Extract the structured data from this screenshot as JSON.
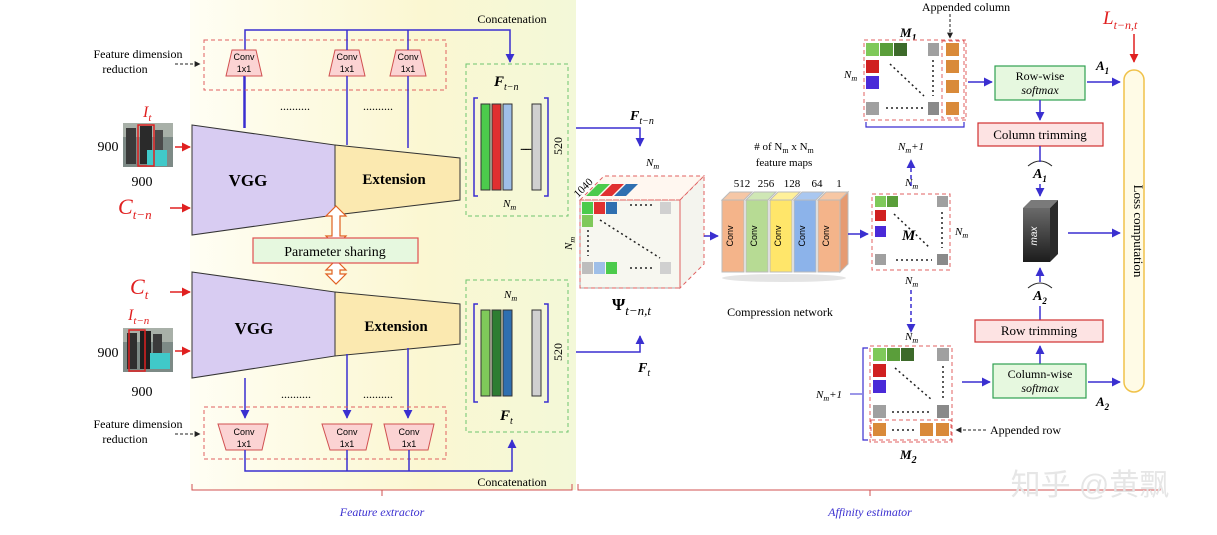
{
  "labels": {
    "concat_top": "Concatenation",
    "concat_bottom": "Concatenation",
    "feat_dim_top_1": "Feature dimension",
    "feat_dim_top_2": "reduction",
    "feat_dim_bottom_1": "Feature dimension",
    "feat_dim_bottom_2": "reduction",
    "conv": "Conv",
    "conv_k": "1x1",
    "dots": "..........",
    "img_top_label": "I",
    "img_top_sub": "t",
    "img_bottom_label": "I",
    "img_bottom_sub": "t−n",
    "size_900": "900",
    "c_top": "C",
    "c_top_sub": "t−n",
    "c_bottom": "C",
    "c_bottom_sub": "t",
    "vgg_top": "VGG",
    "vgg_bottom": "VGG",
    "ext_top": "Extension",
    "ext_bottom": "Extension",
    "param_sharing": "Parameter sharing",
    "F": "F",
    "f_tn_sub": "t−n",
    "f_t_sub": "t",
    "Nm": "N",
    "Nm_sub": "m",
    "n520": "520",
    "n1040": "1040",
    "psi": "Ψ",
    "psi_sub": "t−n,t",
    "cn_title_1": "# of N",
    "cn_title_x": " x N",
    "cn_title_2": "feature maps",
    "channels": [
      "512",
      "256",
      "128",
      "64",
      "1"
    ],
    "compression_network": "Compression network",
    "appended_column": "Appended column",
    "appended_row": "Appended row",
    "M1": "M",
    "M1_sub": "1",
    "M2": "M",
    "M2_sub": "2",
    "M": "M",
    "Nm_plus1": "+1",
    "row_softmax": "Row-wise",
    "col_softmax": "Column-wise",
    "softmax": "softmax",
    "column_trimming": "Column trimming",
    "row_trimming": "Row trimming",
    "A1": "A",
    "A1_sub": "1",
    "A2": "A",
    "A2_sub": "2",
    "max": "max",
    "loss_computation": "Loss computation",
    "L": "L",
    "L_sub": "t−n,t",
    "feature_extractor": "Feature extractor",
    "affinity_estimator": "Affinity estimator",
    "watermark": "知乎 @黄飘"
  },
  "colors": {
    "arrow": "#3a2fd0",
    "red_accent": "#e02020",
    "vgg_fill": "#d8ccf2",
    "ext_fill": "#fbe9b0",
    "param_fill": "#e6f8df",
    "conv_fill": "#fbd3d3",
    "bg_band": "#fbf8db",
    "loss_fill": "#fffbe6",
    "loss_border": "#f0c24a"
  }
}
